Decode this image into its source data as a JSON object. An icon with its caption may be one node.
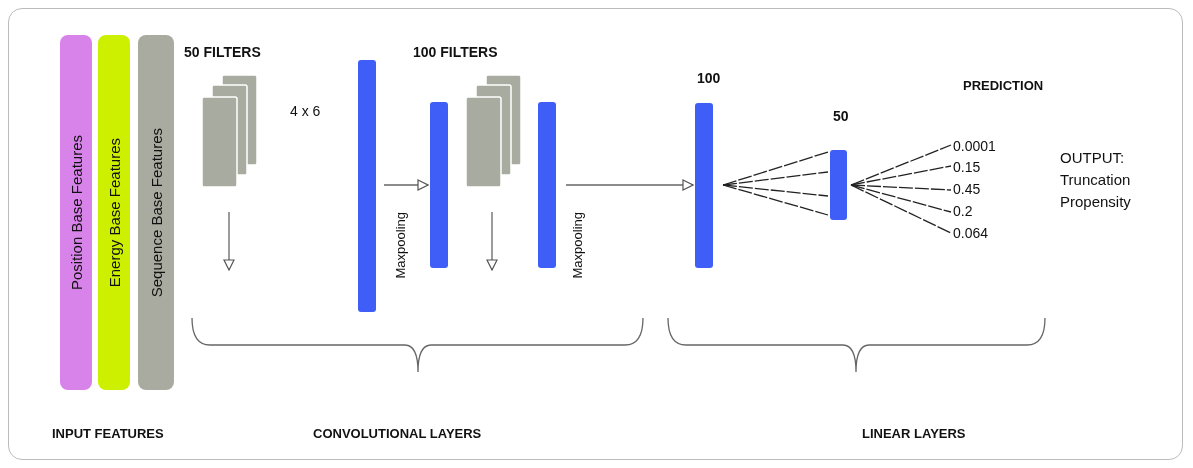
{
  "diagram": {
    "nodes": [
      {
        "text": [
          "Position Base Features"
        ]
      },
      {
        "text": [
          "Energy Base Features"
        ]
      },
      {
        "text": [
          "Sequence Base Features"
        ]
      },
      {
        "text": [],
        "shape": "box",
        "beside": [
          "50 FILTERS"
        ]
      },
      {
        "text": [],
        "shape": "bar"
      },
      {
        "text": [],
        "shape": "bar"
      },
      {
        "text": [],
        "shape": "box",
        "beside": [
          "100 FILTERS"
        ]
      },
      {
        "text": [],
        "shape": "bar"
      },
      {
        "text": [],
        "shape": "bar",
        "beside": [
          "100"
        ]
      },
      {
        "text": [],
        "shape": "bar",
        "beside": [
          "50"
        ]
      },
      {
        "text": [
          "0.0001"
        ]
      },
      {
        "text": [
          "0.15"
        ]
      },
      {
        "text": [
          "0.45"
        ]
      },
      {
        "text": [
          "0.2"
        ]
      },
      {
        "text": [
          "0.064"
        ]
      }
    ],
    "edges": [
      {
        "from": 4,
        "to": 5,
        "arrow": "to"
      },
      {
        "from": 7,
        "to": 8,
        "arrow": "to"
      },
      {
        "from": 8,
        "to": 9,
        "arrow": "none",
        "style": "dashed"
      },
      {
        "from": 8,
        "to": 9,
        "arrow": "none",
        "style": "dashed"
      },
      {
        "from": 8,
        "to": 9,
        "arrow": "none",
        "style": "dashed"
      },
      {
        "from": 8,
        "to": 9,
        "arrow": "none",
        "style": "dashed"
      },
      {
        "from": 9,
        "to": 10,
        "arrow": "none",
        "style": "dashed"
      },
      {
        "from": 9,
        "to": 11,
        "arrow": "none",
        "style": "dashed"
      },
      {
        "from": 9,
        "to": 12,
        "arrow": "none",
        "style": "dashed"
      },
      {
        "from": 9,
        "to": 13,
        "arrow": "none",
        "style": "dashed"
      },
      {
        "from": 9,
        "to": 14,
        "arrow": "none",
        "style": "dashed"
      }
    ],
    "labels": [
      "4 x 6",
      "Maxpooling",
      "Maxpooling",
      "PREDICTION",
      "OUTPUT: Truncation Propensity",
      "INPUT FEATURES",
      "CONVOLUTIONAL LAYERS",
      "LINEAR LAYERS"
    ]
  }
}
